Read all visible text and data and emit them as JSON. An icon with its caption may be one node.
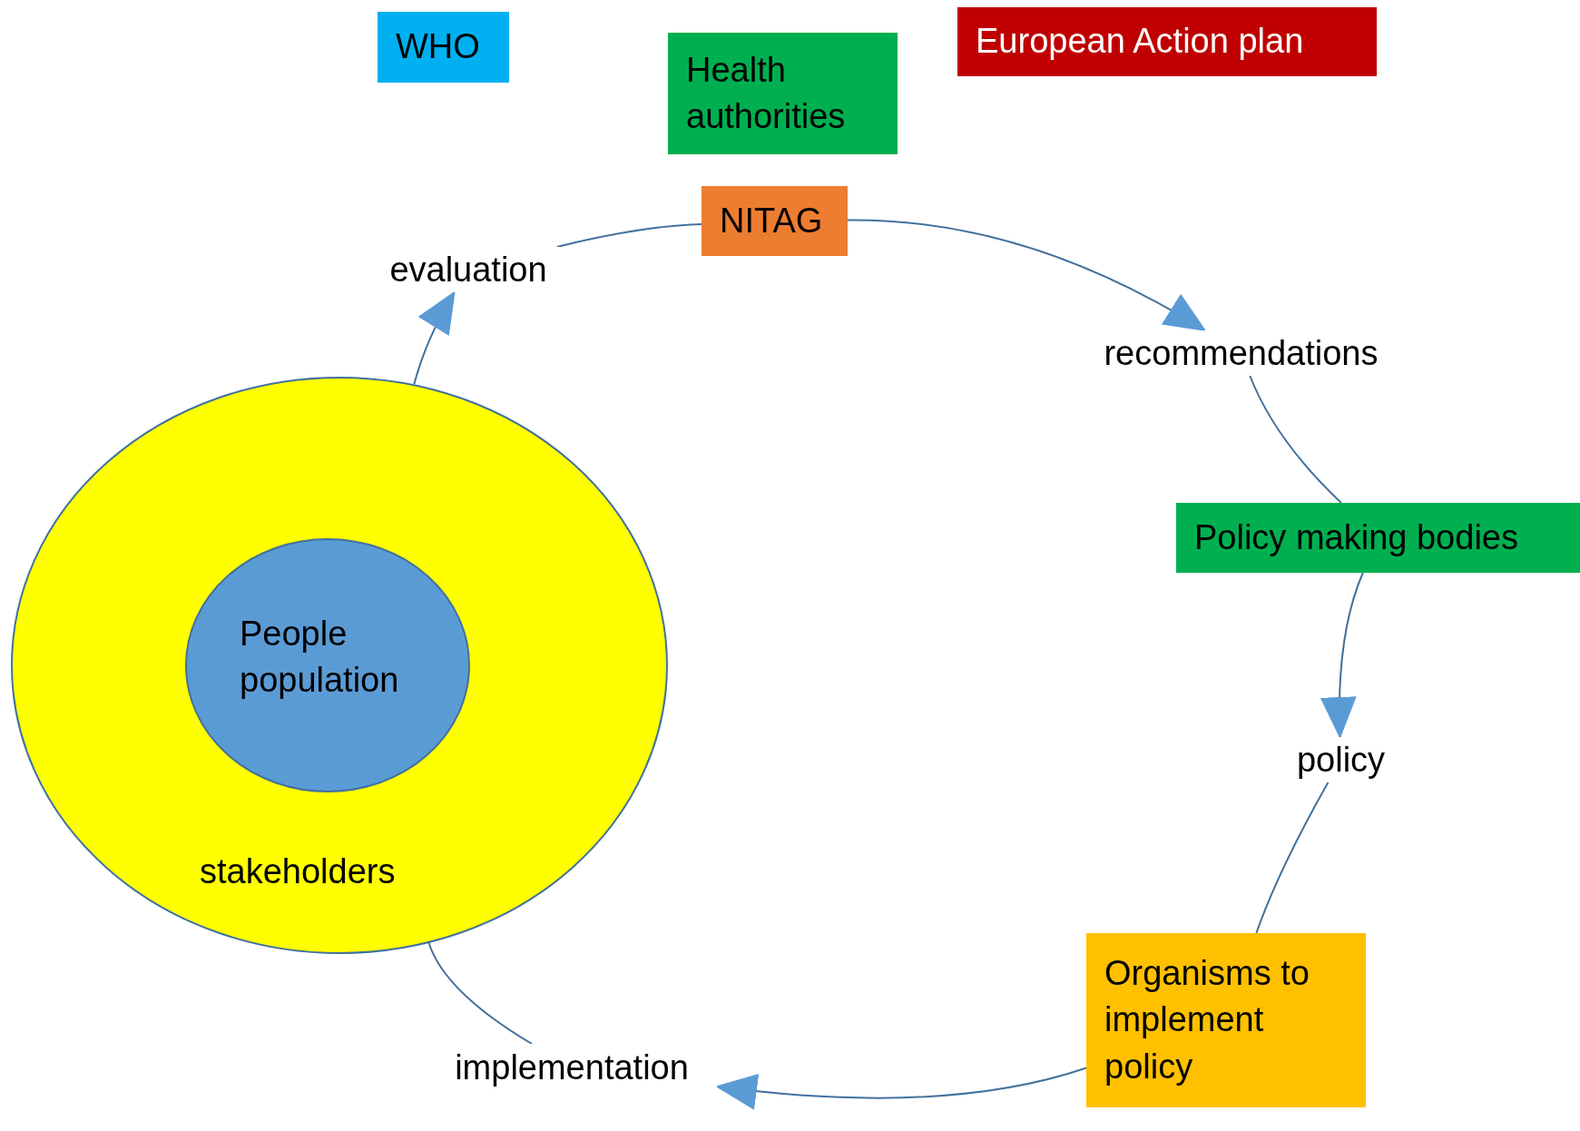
{
  "diagram": {
    "nodes": [
      {
        "text": [
          "WHO"
        ]
      },
      {
        "text": [
          "Health authorities"
        ]
      },
      {
        "text": [
          "European Action plan"
        ]
      },
      {
        "text": [
          "NITAG"
        ]
      },
      {
        "text": [
          "evaluation"
        ]
      },
      {
        "text": [
          "recommendations"
        ]
      },
      {
        "text": [
          "Policy making bodies"
        ]
      },
      {
        "text": [
          "policy"
        ]
      },
      {
        "text": [
          "Organisms to implement policy"
        ]
      },
      {
        "text": [
          "implementation"
        ]
      },
      {
        "text": [
          "stakeholders"
        ]
      },
      {
        "text": [
          "People population"
        ],
        "in": 10
      }
    ],
    "edges": [
      {
        "from": 10,
        "to": 4,
        "arrow": "to"
      },
      {
        "from": 4,
        "to": 3,
        "arrow": "none"
      },
      {
        "from": 3,
        "to": 5,
        "arrow": "to"
      },
      {
        "from": 5,
        "to": 6,
        "arrow": "none"
      },
      {
        "from": 6,
        "to": 7,
        "arrow": "to"
      },
      {
        "from": 7,
        "to": 8,
        "arrow": "none"
      },
      {
        "from": 8,
        "to": 9,
        "arrow": "to"
      },
      {
        "from": 9,
        "to": 10,
        "arrow": "none"
      }
    ]
  }
}
